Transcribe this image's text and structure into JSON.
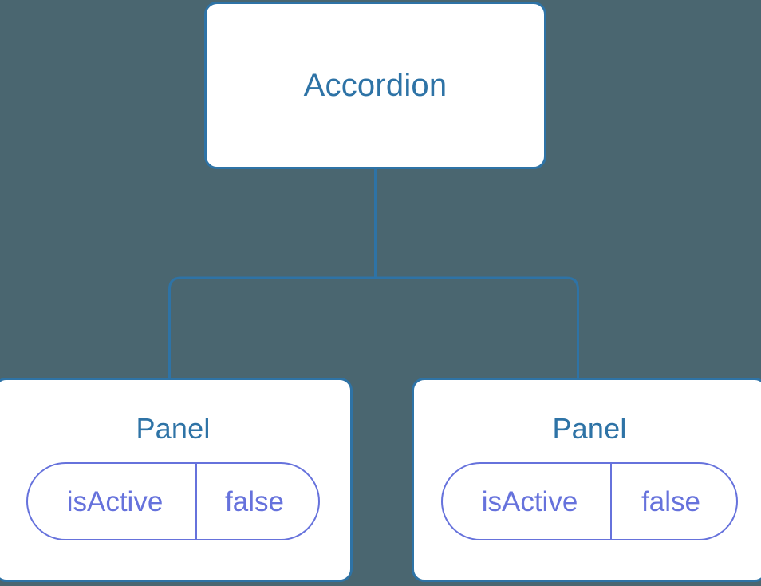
{
  "diagram": {
    "type": "component-tree",
    "background_color": "#4a6670",
    "node_border_color": "#2e73a6",
    "node_fill_color": "#ffffff",
    "title_text_color": "#2e73a6",
    "state_badge_color": "#6672dc",
    "connector_color": "#2e73a6",
    "root": {
      "label": "Accordion"
    },
    "children": [
      {
        "label": "Panel",
        "state": {
          "key": "isActive",
          "value": "false"
        }
      },
      {
        "label": "Panel",
        "state": {
          "key": "isActive",
          "value": "false"
        }
      }
    ]
  }
}
